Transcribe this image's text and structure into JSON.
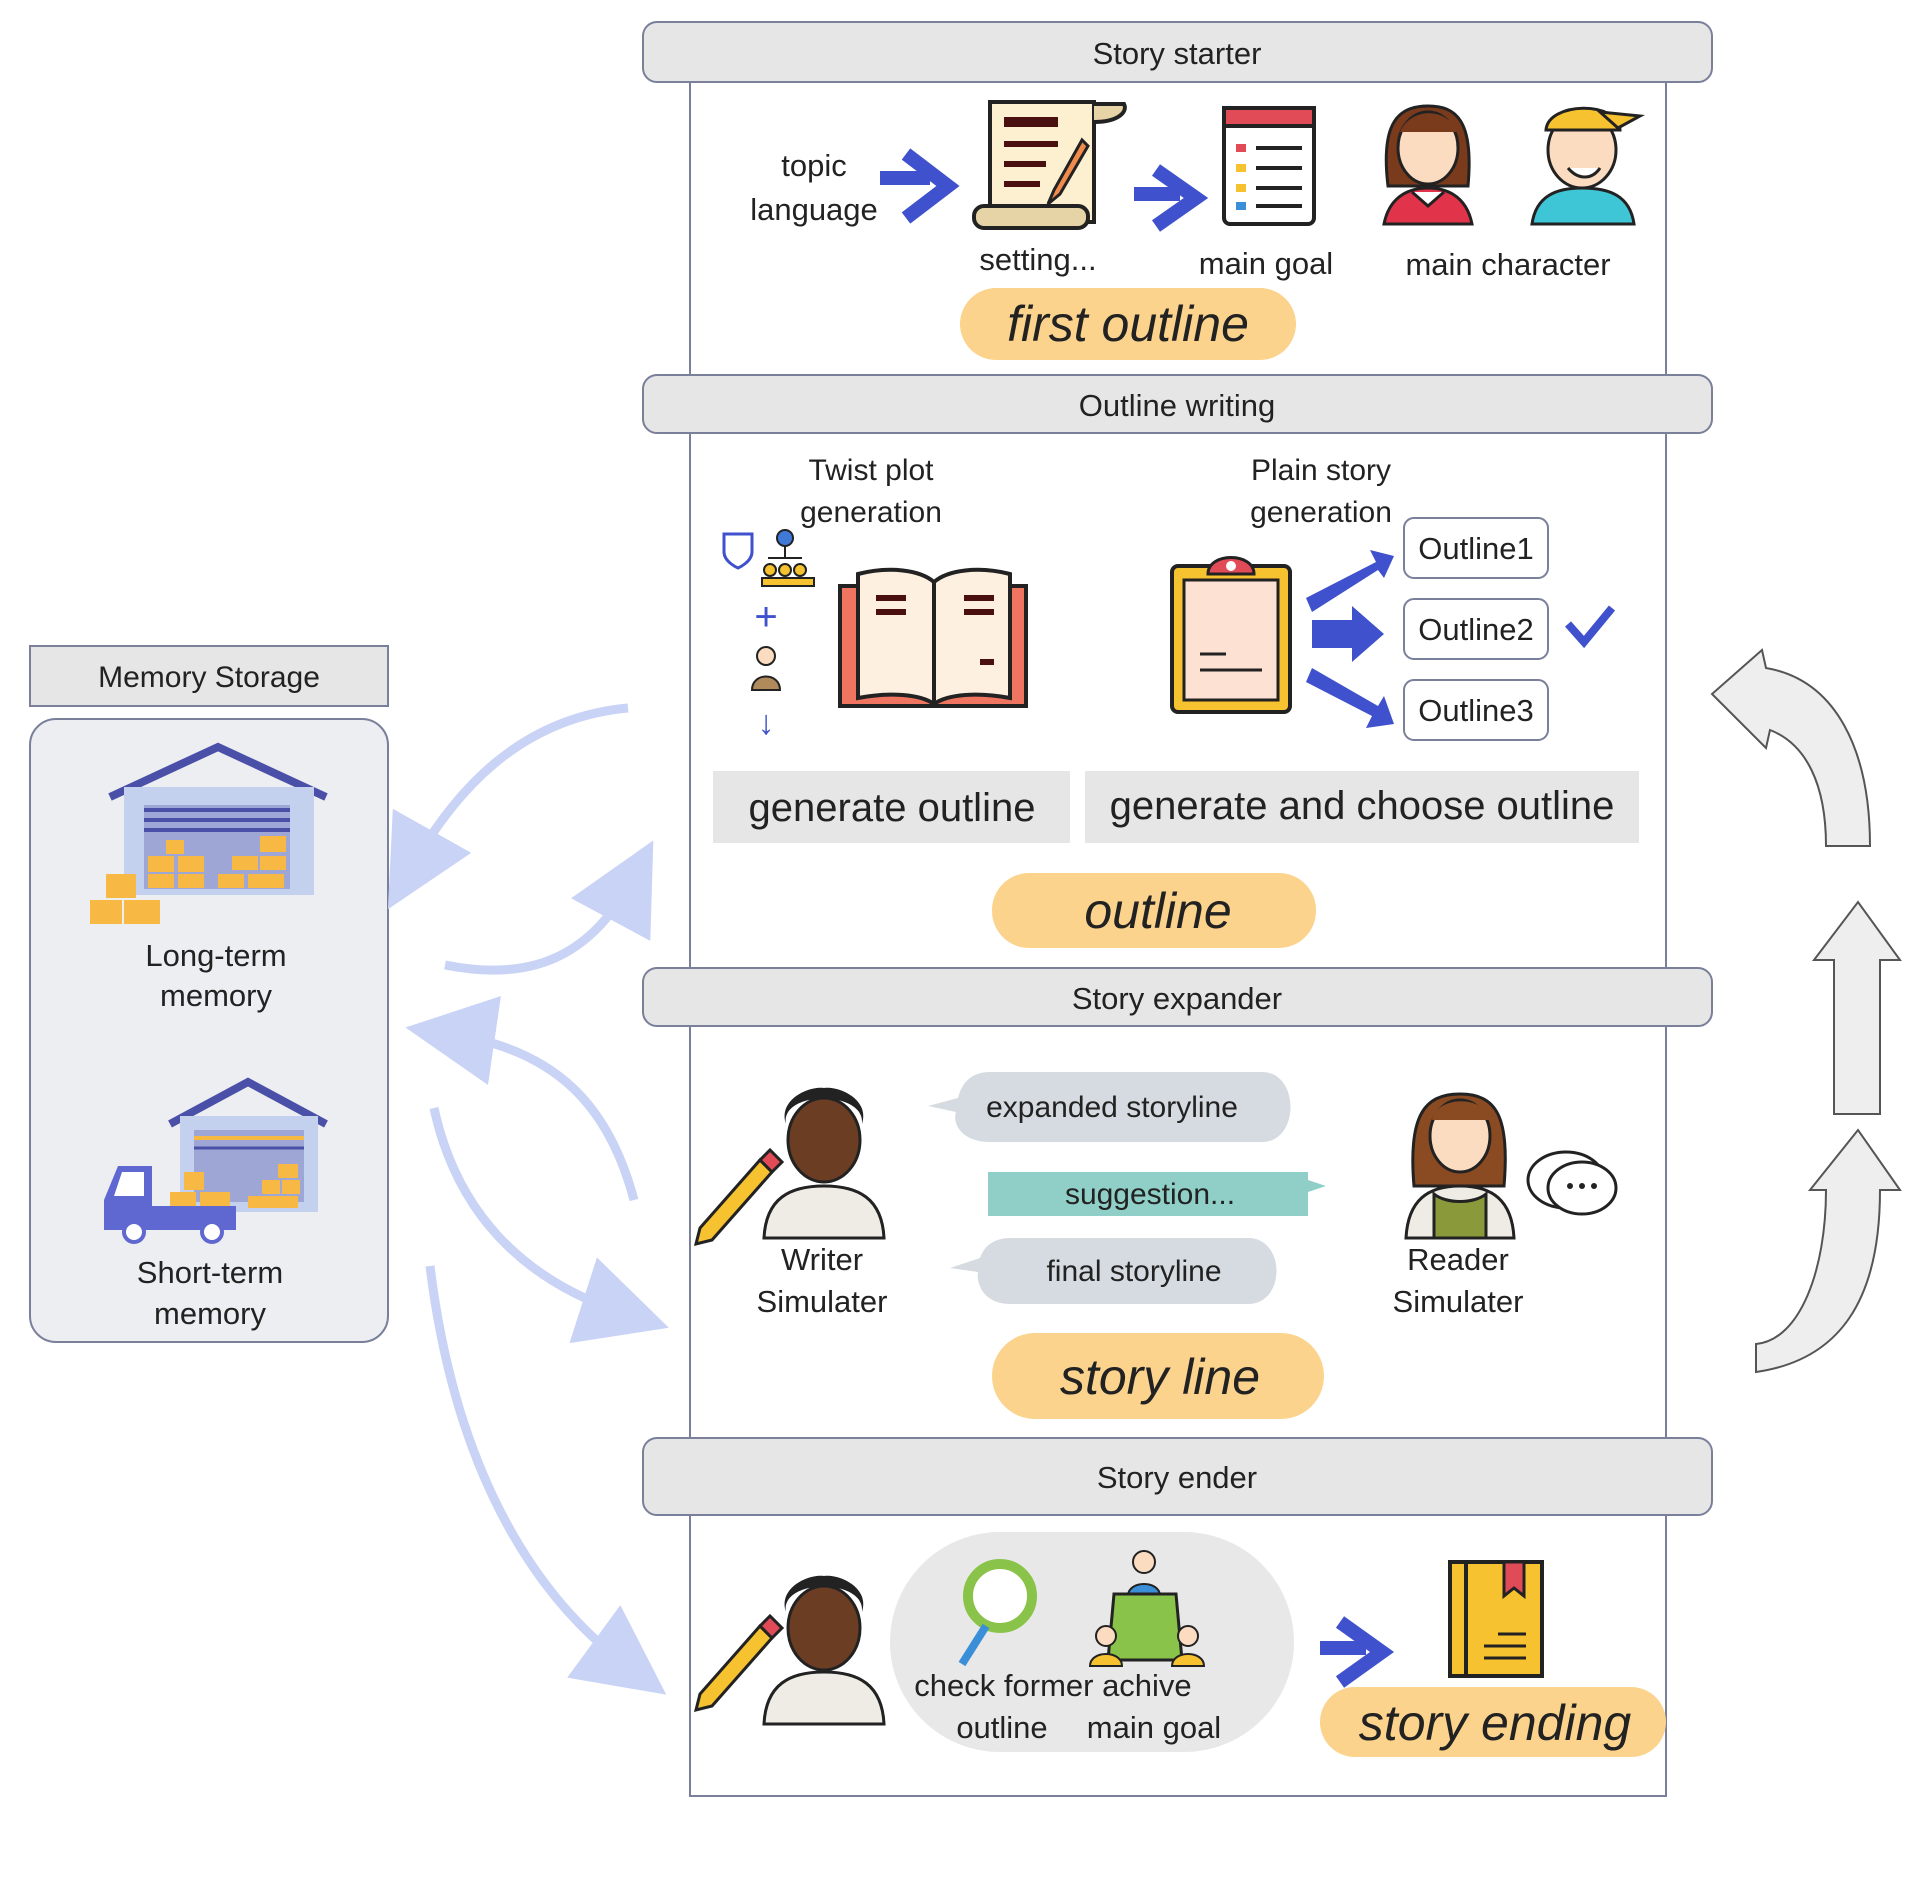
{
  "memory": {
    "title": "Memory Storage",
    "long_term_1": "Long-term",
    "long_term_2": "memory",
    "short_term_1": "Short-term",
    "short_term_2": "memory"
  },
  "starter": {
    "header": "Story starter",
    "input_1": "topic",
    "input_2": "language",
    "setting": "setting...",
    "main_goal": "main goal",
    "main_character": "main character",
    "output": "first outline"
  },
  "outline_writing": {
    "header": "Outline writing",
    "twist_1": "Twist plot",
    "twist_2": "generation",
    "plain_1": "Plain story",
    "plain_2": "generation",
    "outlines": [
      "Outline1",
      "Outline2",
      "Outline3"
    ],
    "generate": "generate outline",
    "generate_choose": "generate and choose outline",
    "output": "outline"
  },
  "expander": {
    "header": "Story expander",
    "writer_1": "Writer",
    "writer_2": "Simulater",
    "reader_1": "Reader",
    "reader_2": "Simulater",
    "expanded": "expanded storyline",
    "suggestion": "suggestion...",
    "final": "final storyline",
    "output": "story line"
  },
  "ender": {
    "header": "Story ender",
    "check_1": "check former achive",
    "check_outline": "outline",
    "check_goal": "main goal",
    "output": "story ending"
  },
  "colors": {
    "accent_blue": "#3f51cc",
    "pill_orange": "#fbd38d",
    "header_gray": "#e6e6e6",
    "border": "#7a7f9a",
    "memory_arrow": "#c9d3f5",
    "flow_arrow_fill": "#eeeeee",
    "suggestion_teal": "#8fcfc7",
    "bubble_gray": "#d5dbe0"
  }
}
